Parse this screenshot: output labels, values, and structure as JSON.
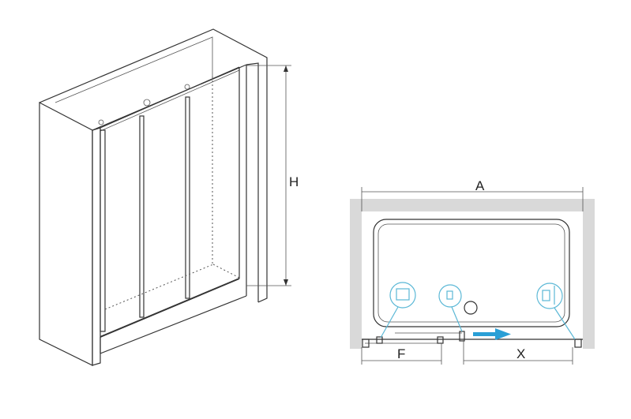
{
  "labels": {
    "height": "H",
    "width": "A",
    "fixed": "F",
    "opening": "X"
  },
  "colors": {
    "wall": "#d9d9d9",
    "accent": "#5bb8d6",
    "arrow": "#2a9fd6"
  },
  "icons": [
    "roller-detail-icon",
    "handle-detail-icon",
    "wall-profile-detail-icon"
  ]
}
